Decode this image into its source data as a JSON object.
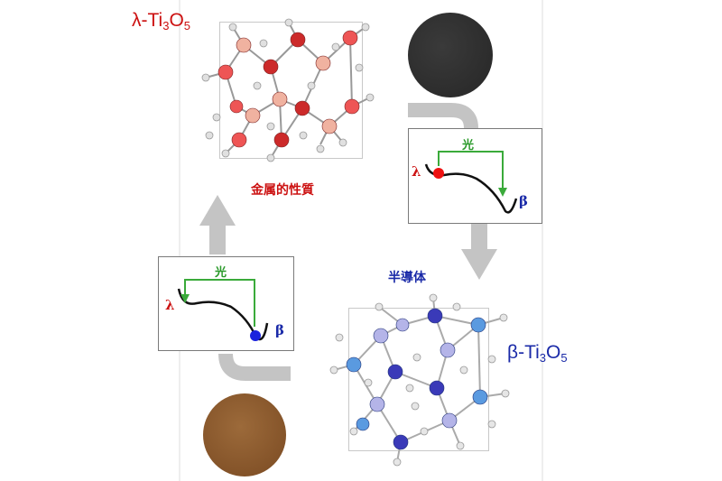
{
  "lambda_phase": {
    "formula_prefix": "λ-Ti",
    "sub1": "3",
    "mid": "O",
    "sub2": "5",
    "property": "金属的性質",
    "color": "#cc1111"
  },
  "beta_phase": {
    "formula_prefix": "β-Ti",
    "sub1": "3",
    "mid": "O",
    "sub2": "5",
    "property": "半導体",
    "color": "#1a2aa8"
  },
  "energy_diagram_top": {
    "light_label": "光",
    "left_symbol": "λ",
    "right_symbol": "β",
    "ball_color": "#ee1111"
  },
  "energy_diagram_bottom": {
    "light_label": "光",
    "left_symbol": "λ",
    "right_symbol": "β",
    "ball_color": "#1a22dd"
  },
  "colors": {
    "arrow_gray": "#c4c4c4",
    "light_arrow_green": "#3aaa3a",
    "lambda_sample": "#2e2e2e",
    "beta_sample": "#8a5a2e"
  }
}
